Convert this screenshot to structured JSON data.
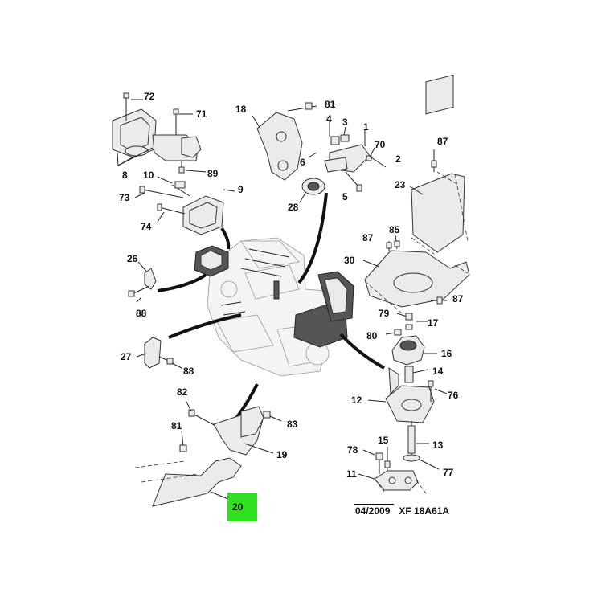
{
  "callouts": {
    "c72": "72",
    "c71": "71",
    "c18": "18",
    "c81a": "81",
    "c4": "4",
    "c3": "3",
    "c1": "1",
    "c70": "70",
    "c2": "2",
    "c87a": "87",
    "c8": "8",
    "c10": "10",
    "c89": "89",
    "c6": "6",
    "c5": "5",
    "c9": "9",
    "c73": "73",
    "c28": "28",
    "c23": "23",
    "c74": "74",
    "c87b": "87",
    "c85": "85",
    "c26": "26",
    "c30": "30",
    "c88a": "88",
    "c87c": "87",
    "c79": "79",
    "c17": "17",
    "c80": "80",
    "c16": "16",
    "c27": "27",
    "c88b": "88",
    "c14": "14",
    "c82": "82",
    "c76": "76",
    "c12": "12",
    "c83": "83",
    "c81b": "81",
    "c13": "13",
    "c19": "19",
    "c15": "15",
    "c78": "78",
    "c77": "77",
    "c11": "11",
    "c20": "20"
  },
  "footer": {
    "date": "04/2009",
    "code": "XF 18A61A"
  },
  "colors": {
    "highlight": "#2ee01f",
    "ink": "#111111",
    "part_fill": "#e9e9e9",
    "part_stroke": "#333333"
  }
}
